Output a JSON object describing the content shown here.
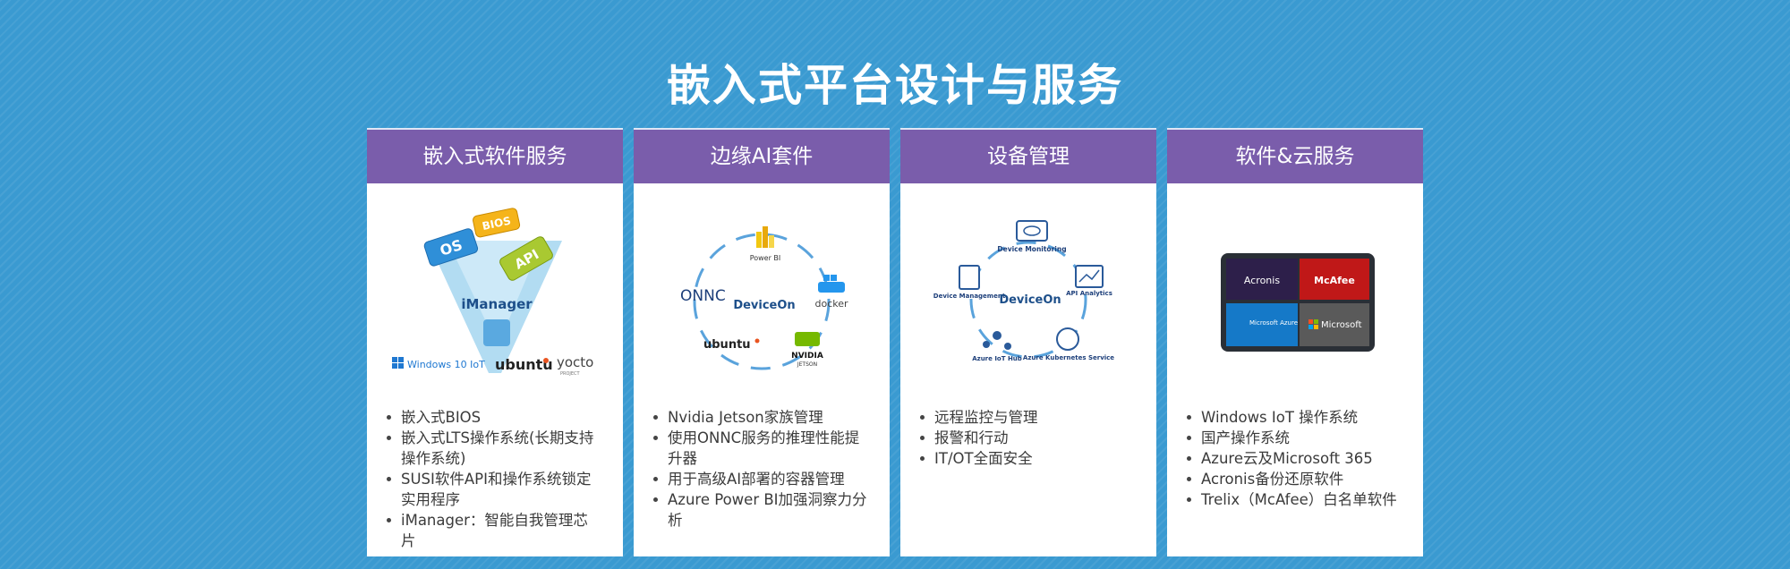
{
  "page": {
    "title": "嵌入式平台设计与服务"
  },
  "cards": [
    {
      "header": "嵌入式软件服务",
      "visual": {
        "labels": [
          "OS",
          "BIOS",
          "API",
          "iManager",
          "Windows 10 IoT",
          "ubuntu",
          "yocto",
          "PROJECT"
        ]
      },
      "items": [
        "嵌入式BIOS",
        "嵌入式LTS操作系统(长期支持操作系统)",
        "SUSI软件API和操作系统锁定实用程序",
        "iManager：智能自我管理芯片"
      ]
    },
    {
      "header": "边缘AI套件",
      "visual": {
        "labels": [
          "Power BI",
          "ONNC",
          "DeviceOn",
          "docker",
          "ubuntu",
          "NVIDIA",
          "JETSON"
        ]
      },
      "items": [
        "Nvidia Jetson家族管理",
        "使用ONNC服务的推理性能提升器",
        "用于高级AI部署的容器管理",
        "Azure Power BI加强洞察力分析"
      ]
    },
    {
      "header": "设备管理",
      "visual": {
        "labels": [
          "Device Monitoring",
          "API Analytics",
          "Azure Kubernetes Service",
          "Azure IoT Hub",
          "Device Management",
          "DeviceOn"
        ]
      },
      "items": [
        "远程监控与管理",
        "报警和行动",
        "IT/OT全面安全"
      ]
    },
    {
      "header": "软件&云服务",
      "visual": {
        "labels": [
          "Acronis",
          "McAfee",
          "Microsoft Azure",
          "Microsoft"
        ]
      },
      "items": [
        "Windows IoT 操作系统",
        "国产操作系统",
        "Azure云及Microsoft 365",
        "Acronis备份还原软件",
        "Trelix（McAfee）白名单软件"
      ]
    }
  ],
  "colors": {
    "background": "#3a9ad1",
    "header": "#7a5dab",
    "text": "#3b3b3b"
  }
}
